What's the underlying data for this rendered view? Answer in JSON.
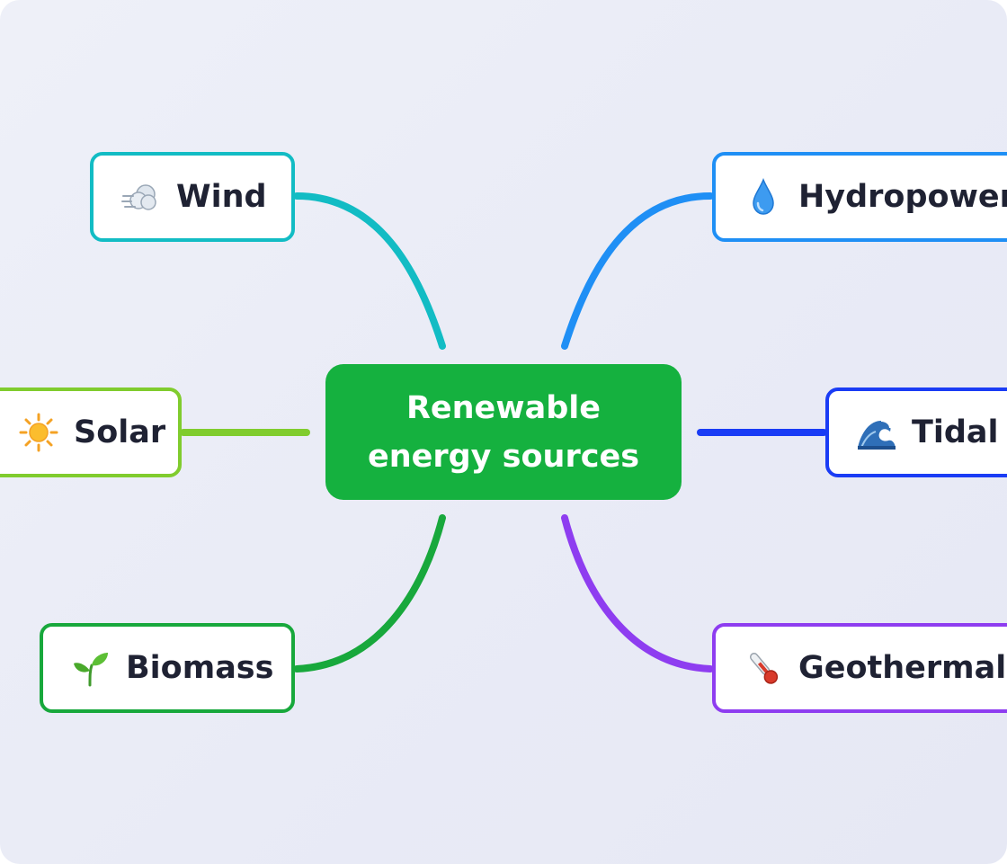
{
  "center": {
    "line1": "Renewable",
    "line2": "energy sources",
    "color": "#15b13f"
  },
  "branches": [
    {
      "id": "wind",
      "label": "Wind",
      "icon": "wind-face-icon",
      "color": "#12bcc4"
    },
    {
      "id": "solar",
      "label": "Solar",
      "icon": "sun-icon",
      "color": "#80cc2e"
    },
    {
      "id": "biomass",
      "label": "Biomass",
      "icon": "seedling-icon",
      "color": "#18a83c"
    },
    {
      "id": "hydro",
      "label": "Hydropower",
      "icon": "droplet-icon",
      "color": "#1f8ff5"
    },
    {
      "id": "tidal",
      "label": "Tidal",
      "icon": "wave-icon",
      "color": "#1a3cf5"
    },
    {
      "id": "geothermal",
      "label": "Geothermal",
      "icon": "thermometer-icon",
      "color": "#8e3df0"
    }
  ]
}
